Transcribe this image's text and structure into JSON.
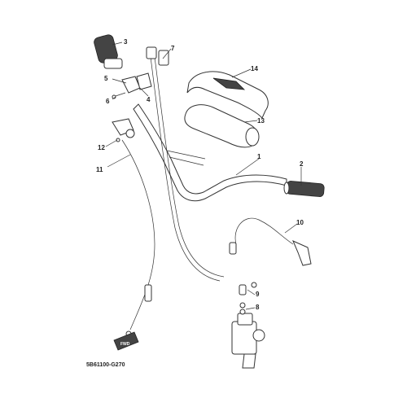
{
  "callouts": {
    "c1": "1",
    "c2": "2",
    "c3": "3",
    "c4": "4",
    "c5": "5",
    "c6": "6",
    "c7": "7",
    "c8": "8",
    "c9": "9",
    "c10": "10",
    "c11": "11",
    "c12": "12",
    "c13": "13",
    "c14": "14"
  },
  "diagram_code": "5B61100-G270",
  "fwd_label": "FWD"
}
